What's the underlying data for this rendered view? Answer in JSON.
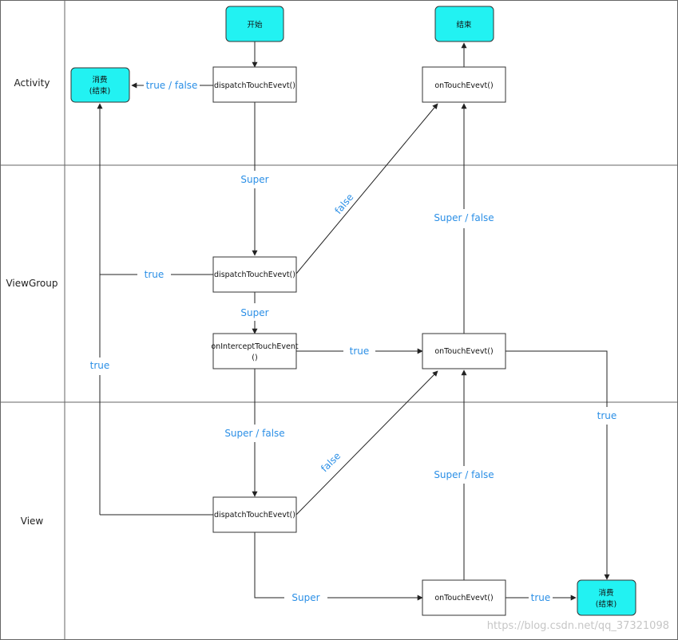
{
  "lanes": {
    "activity": "Activity",
    "viewgroup": "ViewGroup",
    "view": "View"
  },
  "nodes": {
    "start": "开始",
    "end": "结束",
    "consume_activity": [
      "消费",
      "(结束)"
    ],
    "consume_view": [
      "消费",
      "(结束)"
    ],
    "activity_dispatch": "dispatchTouchEvevt()",
    "activity_ontouch": "onTouchEvevt()",
    "viewgroup_dispatch": "dispatchTouchEvevt()",
    "viewgroup_intercept": [
      "onInterceptTouchEvent",
      "()"
    ],
    "viewgroup_ontouch": "onTouchEvevt()",
    "view_dispatch": "dispatchTouchEvevt()",
    "view_ontouch": "onTouchEvevt()"
  },
  "edge_labels": {
    "activity_true_false": "true  /  false",
    "activity_super": "Super",
    "viewgroup_false": "false",
    "viewgroup_super_false": "Super / false",
    "viewgroup_true": "true",
    "viewgroup_super": "Super",
    "intercept_true": "true",
    "left_true": "true",
    "right_true": "true",
    "intercept_super_false": "Super / false",
    "view_false": "false",
    "view_super_false": "Super / false",
    "view_super": "Super",
    "view_true": "true"
  },
  "colors": {
    "terminal_fill": "#22f2f2",
    "edge_label": "#2b8fe6"
  },
  "watermark": "https://blog.csdn.net/qq_37321098"
}
